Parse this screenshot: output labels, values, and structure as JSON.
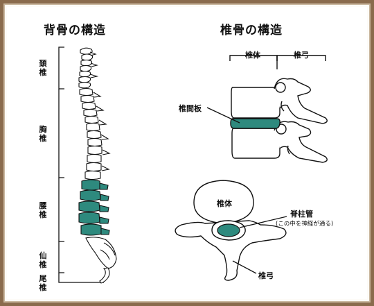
{
  "left_title": "背骨の構造",
  "right_title": "椎骨の構造",
  "spine_sections": {
    "cervical": "頚椎",
    "thoracic": "胸椎",
    "lumbar": "腰椎",
    "sacrum": "仙椎",
    "coccyx": "尾椎"
  },
  "side_view": {
    "body_label": "椎体",
    "arch_label": "椎弓",
    "disc_label": "椎間板"
  },
  "top_view": {
    "body_label": "椎体",
    "canal_label": "脊柱管",
    "canal_note": "(この中を神経が通る)",
    "arch_label": "椎弓"
  },
  "colors": {
    "highlight": "#2e8a7e",
    "frame": "#8a6b4d",
    "ink": "#111111"
  }
}
